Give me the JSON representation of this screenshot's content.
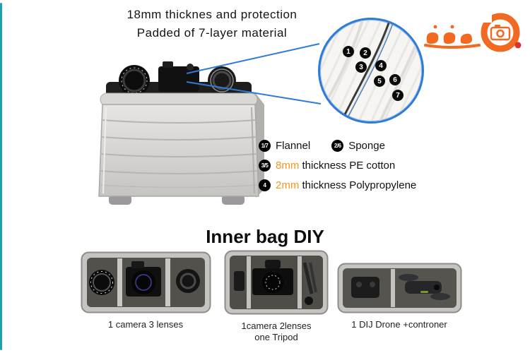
{
  "colors": {
    "teal": "#21a0b0",
    "blue": "#2e7bd6",
    "orange": "#f7941d",
    "logo_orange": "#f26a21"
  },
  "header": {
    "title_line1": "18mm thicknes and protection",
    "title_line2": "Padded of 7-layer material"
  },
  "magnifier": {
    "numbers": [
      "1",
      "2",
      "3",
      "4",
      "5",
      "6",
      "7"
    ]
  },
  "legend": {
    "items": [
      {
        "badge": "1/7",
        "prefix": "",
        "text": "Flannel"
      },
      {
        "badge": "2/6",
        "prefix": "",
        "text": "Sponge"
      },
      {
        "badge": "3/5",
        "prefix": "8mm",
        "text": " thickness PE cotton"
      },
      {
        "badge": "4",
        "prefix": "2mm",
        "text": " thickness Polypropylene"
      }
    ]
  },
  "section": {
    "title": "Inner bag DIY"
  },
  "products": [
    {
      "caption": "1 camera 3 lenses"
    },
    {
      "caption": "1camera 2lenses",
      "caption2": "one Tripod"
    },
    {
      "caption": "1 DIJ Drone +controner"
    }
  ]
}
